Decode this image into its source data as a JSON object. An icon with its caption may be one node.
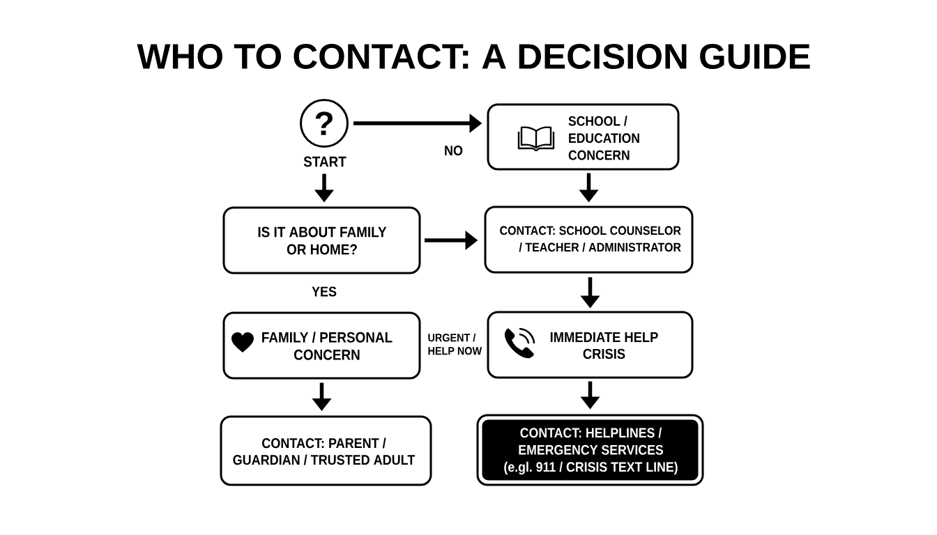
{
  "diagram": {
    "title": "WHO TO CONTACT: A DECISION GUIDE",
    "nodes": [
      {
        "text": [
          "?"
        ],
        "beside": [
          "START"
        ]
      },
      {
        "text": [
          "SCHOOL / EDUCATION CONCERN"
        ]
      },
      {
        "text": [
          "IS IT ABOUT FAMILY OR HOME?"
        ]
      },
      {
        "text": [
          "CONTACT: SCHOOL COUNSELOR / TEACHER / ADMINISTRATOR"
        ]
      },
      {
        "text": [
          "FAMILY / PERSONAL CONCERN"
        ]
      },
      {
        "text": [
          "IMMEDIATE HELP CRISIS"
        ]
      },
      {
        "text": [
          "CONTACT: PARENT / GUARDIAN / TRUSTED ADULT"
        ]
      },
      {
        "text": [
          "CONTACT: HELPLINES / EMERGENCY SERVICES (e.gl. 911 / CRISIS TEXT LINE)"
        ]
      }
    ],
    "edges": [
      {
        "from": 0,
        "to": 1,
        "arrow": "to",
        "label": "NO"
      },
      {
        "from": 0,
        "to": 2,
        "arrow": "to"
      },
      {
        "from": 1,
        "to": 3,
        "arrow": "to"
      },
      {
        "from": 2,
        "to": 3,
        "arrow": "to"
      },
      {
        "from": 3,
        "to": 5,
        "arrow": "to"
      },
      {
        "from": 4,
        "to": 6,
        "arrow": "to"
      },
      {
        "from": 5,
        "to": 7,
        "arrow": "to"
      }
    ],
    "labels": [
      "YES",
      "URGENT / HELP NOW"
    ]
  }
}
